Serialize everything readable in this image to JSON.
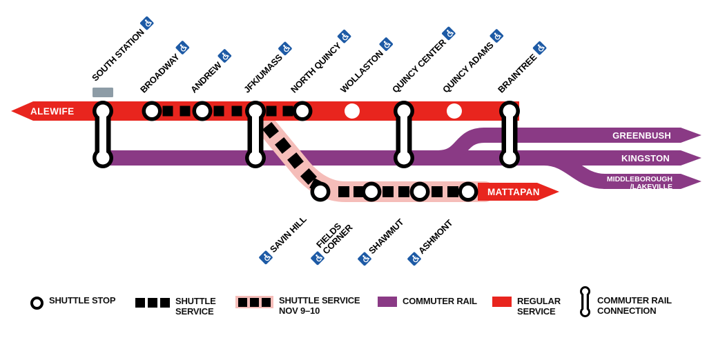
{
  "colors": {
    "red_line": "#E8251E",
    "commuter_rail_purple": "#8A3A85",
    "shuttle_pink": "#F5BDB9",
    "accessible_blue": "#1D5AA5",
    "closed_station_gray": "#8D9CA6",
    "shuttle_black": "#000000"
  },
  "map": {
    "terminals": {
      "alewife": "ALEWIFE",
      "mattapan": "MATTAPAN",
      "greenbush": "GREENBUSH",
      "kingston": "KINGSTON",
      "middleborough": [
        "MIDDLEBOROUGH",
        "/LAKEVILLE"
      ]
    },
    "stations_top": [
      {
        "name": "SOUTH STATION",
        "accessible": true,
        "type": "commuter-rail-connection"
      },
      {
        "name": "BROADWAY",
        "accessible": true,
        "type": "shuttle-stop"
      },
      {
        "name": "ANDREW",
        "accessible": true,
        "type": "shuttle-stop"
      },
      {
        "name": "JFK/UMASS",
        "accessible": true,
        "type": "commuter-rail-connection"
      },
      {
        "name": "NORTH QUINCY",
        "accessible": true,
        "type": "shuttle-stop"
      },
      {
        "name": "WOLLASTON",
        "accessible": true,
        "type": "regular-stop"
      },
      {
        "name": "QUINCY CENTER",
        "accessible": true,
        "type": "commuter-rail-connection"
      },
      {
        "name": "QUINCY ADAMS",
        "accessible": true,
        "type": "regular-stop"
      },
      {
        "name": "BRAINTREE",
        "accessible": true,
        "type": "commuter-rail-connection"
      }
    ],
    "stations_branch": [
      {
        "name": "SAVIN HILL",
        "lines": [
          "SAVIN HILL"
        ],
        "accessible": true,
        "type": "shuttle-stop"
      },
      {
        "name": "FIELDS CORNER",
        "lines": [
          "FIELDS",
          "CORNER"
        ],
        "accessible": true,
        "type": "shuttle-stop"
      },
      {
        "name": "SHAWMUT",
        "lines": [
          "SHAWMUT"
        ],
        "accessible": true,
        "type": "shuttle-stop"
      },
      {
        "name": "ASHMONT",
        "lines": [
          "ASHMONT"
        ],
        "accessible": true,
        "type": "shuttle-stop"
      }
    ]
  },
  "legend": {
    "shuttle_stop": "SHUTTLE STOP",
    "shuttle_service": [
      "SHUTTLE",
      "SERVICE"
    ],
    "shuttle_service_nov": [
      "SHUTTLE SERVICE",
      "NOV 9–10"
    ],
    "commuter_rail": "COMMUTER RAIL",
    "regular_service": [
      "REGULAR",
      "SERVICE"
    ],
    "commuter_rail_connection": [
      "COMMUTER RAIL",
      "CONNECTION"
    ]
  }
}
